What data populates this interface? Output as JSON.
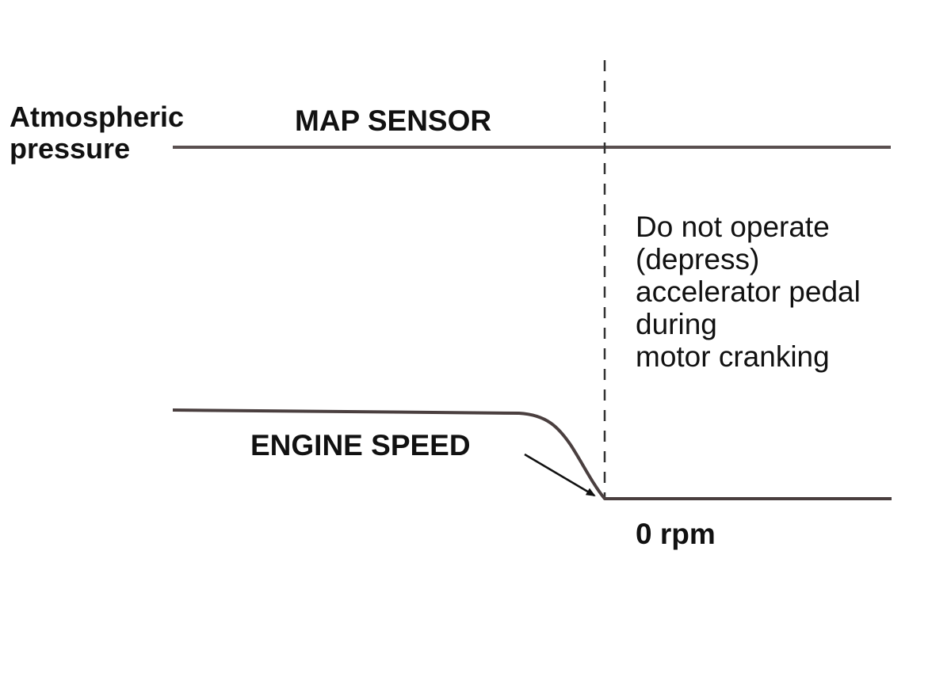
{
  "labels": {
    "atmospheric_line1": "Atmospheric",
    "atmospheric_line2": "pressure",
    "map_sensor": "MAP SENSOR",
    "engine_speed": "ENGINE SPEED",
    "zero_rpm": "0 rpm"
  },
  "note": {
    "line1": "Do not operate",
    "line2": "(depress)",
    "line3": "accelerator pedal",
    "line4": "during",
    "line5": "motor cranking"
  },
  "colors": {
    "signal_line": "#5a5050",
    "text": "#111111",
    "background": "#ffffff"
  }
}
